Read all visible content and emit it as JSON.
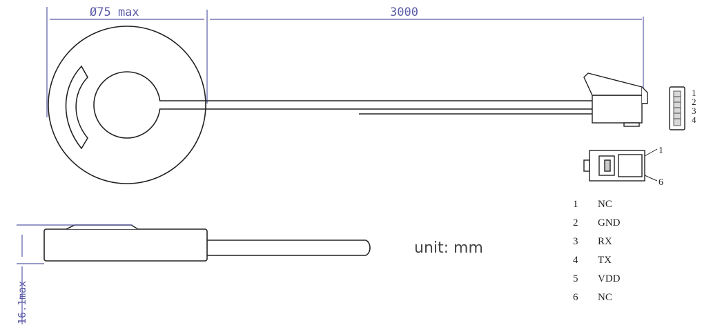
{
  "dimensions": {
    "diameter": "Ø75 max",
    "cable_length": "3000",
    "height": "16.1max"
  },
  "unit_label": "unit: mm",
  "connector_top_pins": [
    "1",
    "2",
    "3",
    "4"
  ],
  "connector_front_pins": [
    "1",
    "6"
  ],
  "pinout": [
    {
      "num": "1",
      "name": "NC"
    },
    {
      "num": "2",
      "name": "GND"
    },
    {
      "num": "3",
      "name": "RX"
    },
    {
      "num": "4",
      "name": "TX"
    },
    {
      "num": "5",
      "name": "VDD"
    },
    {
      "num": "6",
      "name": "NC"
    }
  ],
  "colors": {
    "dimension": "#5b5ba8",
    "outline": "#222222",
    "background": "#ffffff"
  }
}
